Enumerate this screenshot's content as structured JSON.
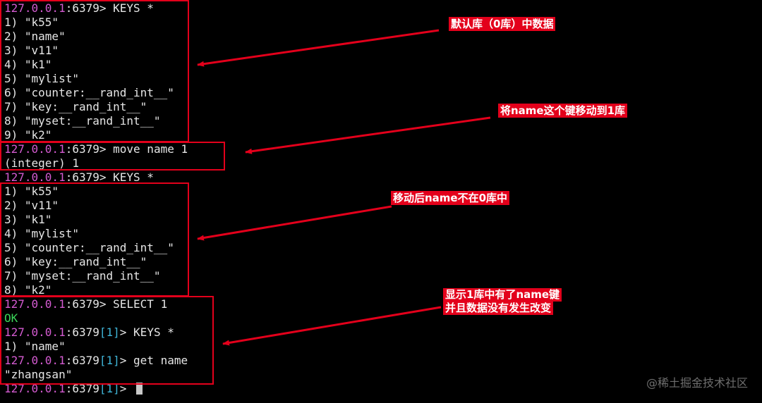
{
  "prompt": {
    "host": "127.0.0.1",
    "colon": ":",
    "port": "6379",
    "db1": "[1]",
    "gt": "> "
  },
  "commands": {
    "keys_all": "KEYS *",
    "move_name": "move name 1",
    "select_1": "SELECT 1",
    "get_name": "get name"
  },
  "outputs": {
    "keys_db0_before": [
      "1) \"k55\"",
      "2) \"name\"",
      "3) \"v11\"",
      "4) \"k1\"",
      "5) \"mylist\"",
      "6) \"counter:__rand_int__\"",
      "7) \"key:__rand_int__\"",
      "8) \"myset:__rand_int__\"",
      "9) \"k2\""
    ],
    "move_result": "(integer) 1",
    "keys_db0_after": [
      "1) \"k55\"",
      "2) \"v11\"",
      "3) \"k1\"",
      "4) \"mylist\"",
      "5) \"counter:__rand_int__\"",
      "6) \"key:__rand_int__\"",
      "7) \"myset:__rand_int__\"",
      "8) \"k2\""
    ],
    "select_result": "OK",
    "keys_db1": [
      "1) \"name\""
    ],
    "get_result": "\"zhangsan\""
  },
  "annotations": {
    "note_db0_data": "默认库（0库）中数据",
    "note_move": "将name这个键移动到1库",
    "note_after_move": "移动后name不在0库中",
    "note_db1_line1": "显示1库中有了name键",
    "note_db1_line2": "并且数据没有发生改变"
  },
  "colors": {
    "background": "#000000",
    "text": "#e6e6e6",
    "prompt_host": "#d45bd1",
    "prompt_db": "#3fb5d8",
    "ok": "#3bd65a",
    "annotation": "#e3001b"
  },
  "watermark": "@稀土掘金技术社区"
}
